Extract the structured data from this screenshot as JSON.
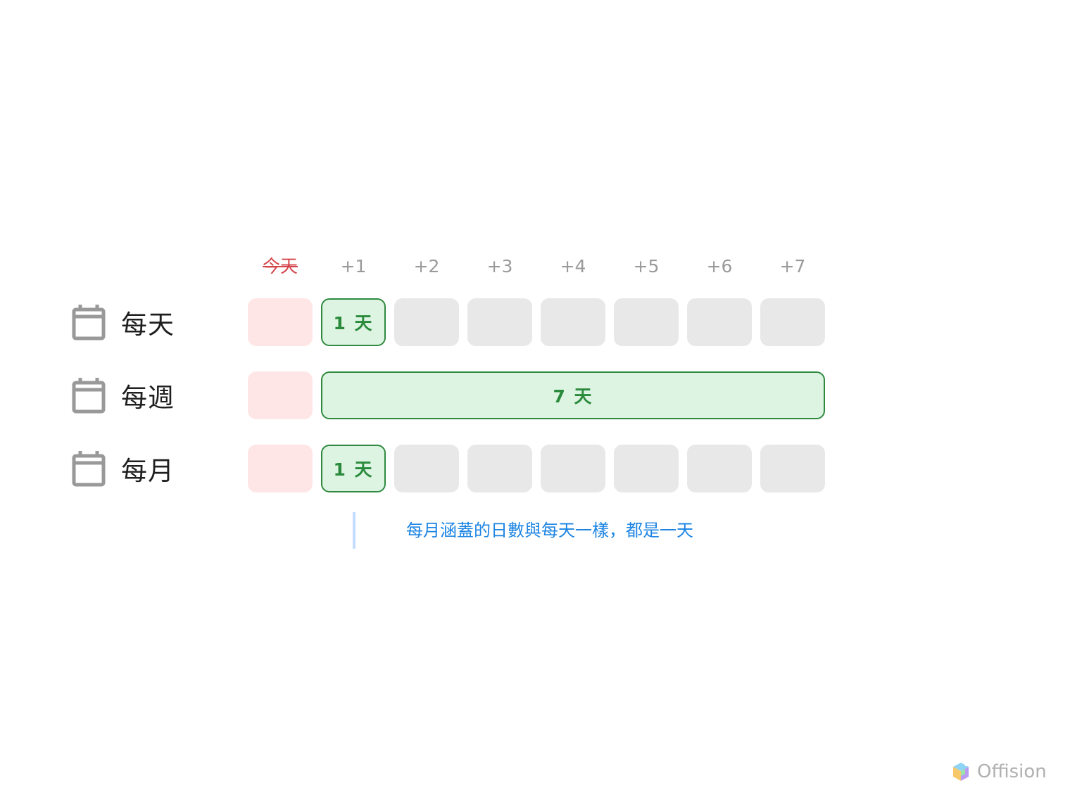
{
  "columns": [
    "今天",
    "+1",
    "+2",
    "+3",
    "+4",
    "+5",
    "+6",
    "+7"
  ],
  "rows": [
    {
      "label": "每天",
      "icon": "calendar-icon",
      "active_text": "1 天",
      "active_start_col": 1,
      "active_span": 1
    },
    {
      "label": "每週",
      "icon": "calendar-icon",
      "active_text": "7 天",
      "active_start_col": 1,
      "active_span": 7
    },
    {
      "label": "每月",
      "icon": "calendar-icon",
      "active_text": "1 天",
      "active_start_col": 1,
      "active_span": 1
    }
  ],
  "note": "每月涵蓋的日數與每天一樣，都是一天",
  "brand": {
    "name": "Offision",
    "icon": "offision-logo-icon"
  },
  "colors": {
    "today_fill": "#ffe6e6",
    "today_label": "#d4454a",
    "empty_fill": "#e8e8e8",
    "active_fill": "#def4e3",
    "active_border": "#2f8a3f",
    "active_text": "#2a8a3b",
    "note_text": "#1c84e3",
    "note_bar": "#c4dcff"
  }
}
